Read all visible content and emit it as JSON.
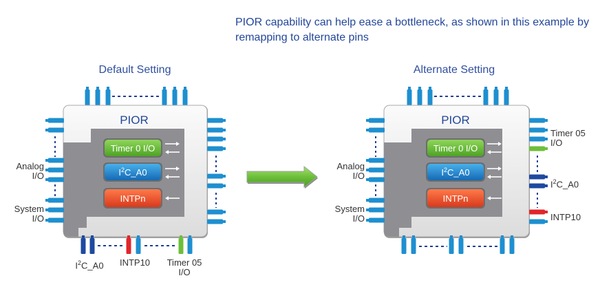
{
  "caption": "PIOR capability can help ease a bottleneck, as shown in this example by remapping to alternate pins",
  "colors": {
    "pin_blue": "#1e8fd0",
    "pin_dark_blue": "#1d4aa0",
    "pin_red": "#e0262b",
    "pin_green": "#6cbf3a",
    "title_blue": "#24479a",
    "timer_block": "#6cbf3a",
    "i2c_block": "#1e8fd0",
    "intp_block": "#e8502c",
    "arrow_green": "#7cc544"
  },
  "default": {
    "title": "Default Setting",
    "chip_label": "PIOR",
    "blocks": [
      {
        "label": "Timer 0 I/O",
        "color": "green",
        "arrows": "bidirectional"
      },
      {
        "label_main": "I",
        "label_sup": "2",
        "label_rest": "C_A0",
        "color": "blue",
        "arrows": "bidirectional"
      },
      {
        "label": "INTPn",
        "color": "red",
        "arrows": "input"
      }
    ],
    "left_labels": [
      {
        "line1": "Analog",
        "line2": "I/O"
      },
      {
        "line1": "System",
        "line2": "I/O"
      }
    ],
    "bottom_labels": [
      {
        "main": "I",
        "sup": "2",
        "rest": "C_A0"
      },
      {
        "main": "INTP10"
      },
      {
        "line1": "Timer 05",
        "line2": "I/O"
      }
    ]
  },
  "transition_arrow": "right-arrow",
  "alternate": {
    "title": "Alternate Setting",
    "chip_label": "PIOR",
    "blocks": [
      {
        "label": "Timer 0 I/O",
        "color": "green",
        "arrows": "bidirectional"
      },
      {
        "label_main": "I",
        "label_sup": "2",
        "label_rest": "C_A0",
        "color": "blue",
        "arrows": "bidirectional"
      },
      {
        "label": "INTPn",
        "color": "red",
        "arrows": "input"
      }
    ],
    "left_labels": [
      {
        "line1": "Analog",
        "line2": "I/O"
      },
      {
        "line1": "System",
        "line2": "I/O"
      }
    ],
    "right_labels": [
      {
        "line1": "Timer 05",
        "line2": "I/O"
      },
      {
        "main": "I",
        "sup": "2",
        "rest": "C_A0"
      },
      {
        "main": "INTP10"
      }
    ]
  }
}
